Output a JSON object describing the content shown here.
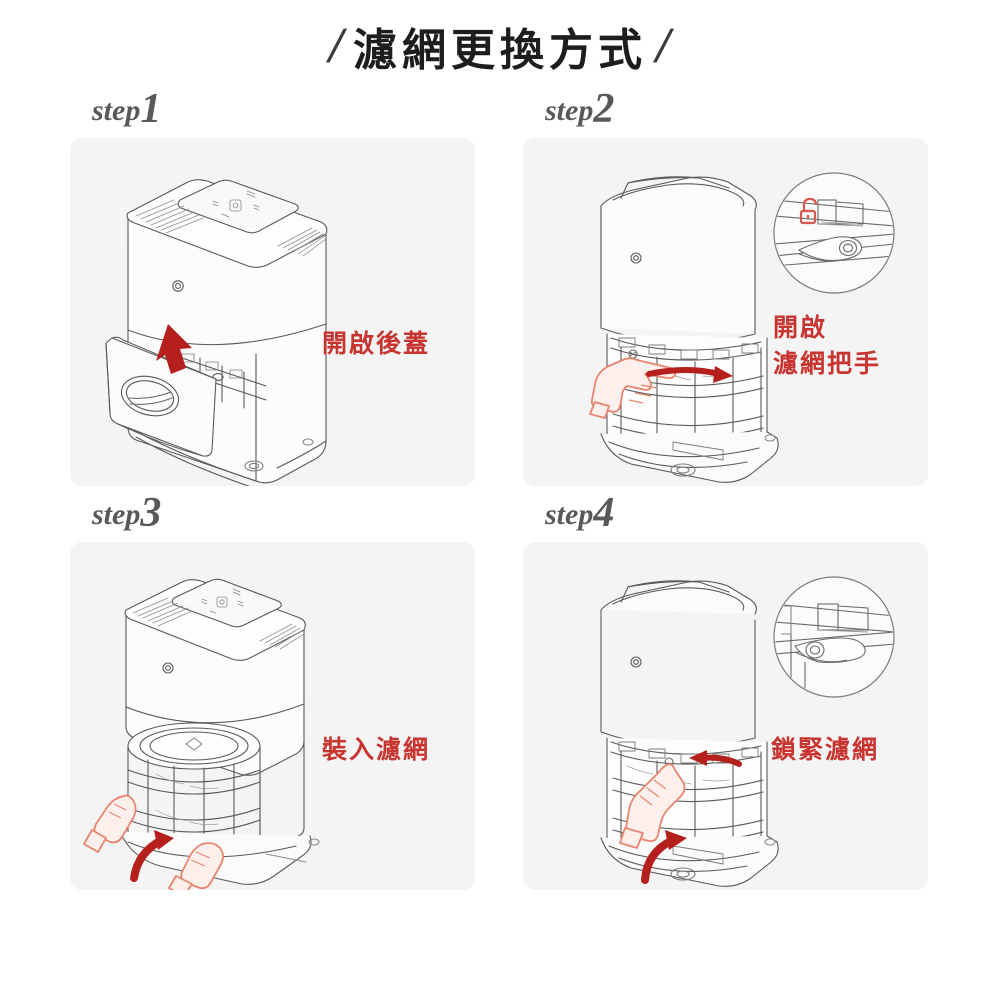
{
  "page": {
    "title_text": "濾網更換方式",
    "title_slash_left": "/",
    "title_slash_right": "/",
    "background_color": "#ffffff",
    "card_background_color": "#f4f4f4",
    "accent_red": "#c8342f",
    "arrow_red": "#b5201c",
    "line_gray": "#595959"
  },
  "steps": [
    {
      "label_word": "step",
      "label_num": "1",
      "caption": "開啟後蓋",
      "illustration": "air-purifier-back-cover-open",
      "has_detail_circle": false,
      "hands": 0,
      "arrows": 1
    },
    {
      "label_word": "step",
      "label_num": "2",
      "caption": "開啟\n濾網把手",
      "illustration": "air-purifier-filter-handle-unlock",
      "has_detail_circle": true,
      "detail_icon": "unlocked-padlock-icon",
      "hands": 1,
      "arrows": 1
    },
    {
      "label_word": "step",
      "label_num": "3",
      "caption": "裝入濾網",
      "illustration": "air-purifier-insert-filter",
      "has_detail_circle": false,
      "hands": 2,
      "arrows": 1
    },
    {
      "label_word": "step",
      "label_num": "4",
      "caption": "鎖緊濾網",
      "illustration": "air-purifier-lock-filter",
      "has_detail_circle": true,
      "detail_icon": "locked-latch-icon",
      "hands": 1,
      "arrows": 2
    }
  ]
}
